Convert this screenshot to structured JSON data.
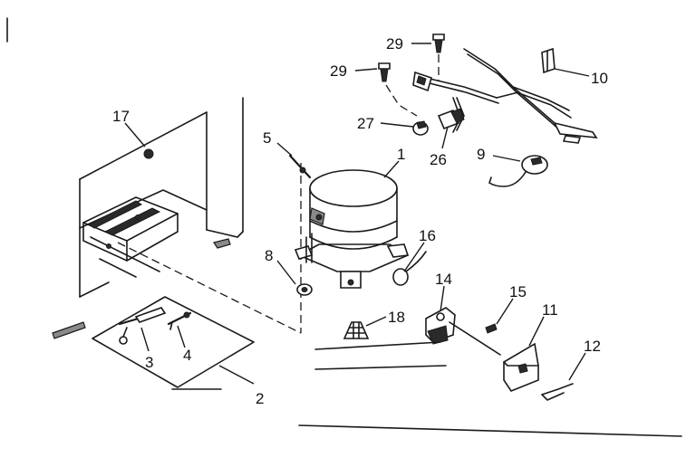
{
  "callouts": {
    "c1": "1",
    "c2": "2",
    "c3": "3",
    "c4": "4",
    "c5": "5",
    "c8": "8",
    "c9": "9",
    "c10": "10",
    "c11": "11",
    "c12": "12",
    "c14": "14",
    "c15": "15",
    "c16": "16",
    "c17": "17",
    "c18": "18",
    "c26": "26",
    "c27": "27",
    "c29a": "29",
    "c29b": "29"
  }
}
